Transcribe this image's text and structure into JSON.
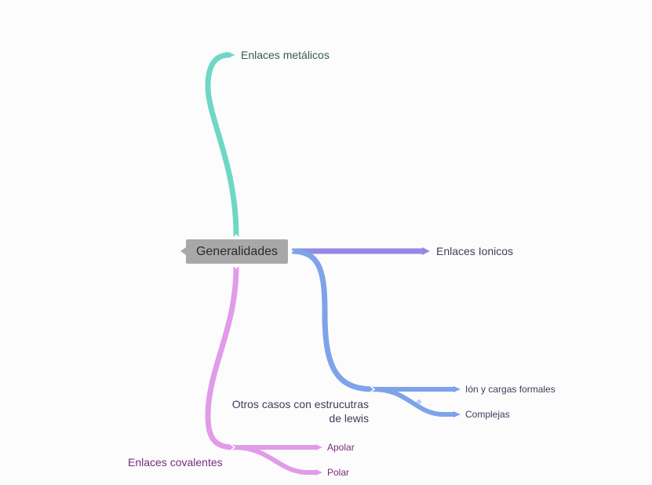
{
  "root": {
    "label": "Generalidades"
  },
  "branches": {
    "metalicos": {
      "label": "Enlaces metálicos",
      "color": "#6ed8c5"
    },
    "ionicos": {
      "label": "Enlaces Ionicos",
      "color": "#9489e3"
    },
    "otros": {
      "label_line1": "Otros casos con estrucutras",
      "label_line2": "de lewis",
      "color": "#7ea3e8",
      "children": [
        {
          "label": "Ión y cargas formales"
        },
        {
          "label": "Complejas"
        }
      ]
    },
    "covalentes": {
      "label": "Enlaces covalentes",
      "color": "#e19be9",
      "text_color": "#7a2d78",
      "children": [
        {
          "label": "Apolar"
        },
        {
          "label": "Polar"
        }
      ]
    }
  },
  "colors": {
    "text_dark": "#3a3f58",
    "text_green": "#2f5e52",
    "root_bg": "#a8a8a8"
  }
}
